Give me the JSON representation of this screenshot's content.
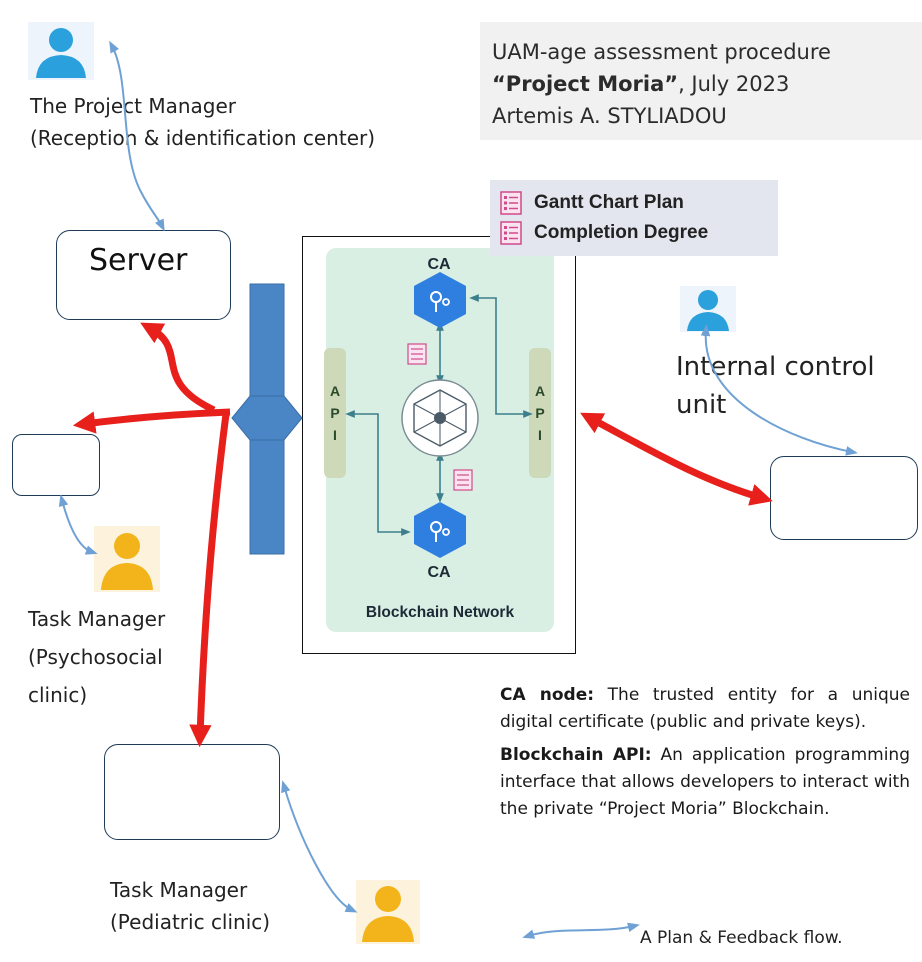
{
  "title": {
    "line1": "UAM-age assessment procedure",
    "line2_bold": "“Project Moria”",
    "line2_rest": ", July 2023",
    "line3": "Artemis A. STYLIADOU"
  },
  "project_manager": {
    "line1": "The Project Manager",
    "line2": "(Reception & identification center)"
  },
  "server_label": "Server",
  "legend": {
    "item1": "Gantt Chart Plan",
    "item2": "Completion Degree"
  },
  "blockchain": {
    "ca_top": "CA",
    "ca_bottom": "CA",
    "api_left": [
      "A",
      "P",
      "I"
    ],
    "api_right": [
      "A",
      "P",
      "I"
    ],
    "network_label": "Blockchain Network"
  },
  "internal_control": {
    "line1": "Internal control",
    "line2": "unit"
  },
  "task_manager_psy": {
    "line1": "Task Manager",
    "line2": "(Psychosocial",
    "line3": "clinic)"
  },
  "task_manager_ped": {
    "line1": "Task Manager",
    "line2": "(Pediatric clinic)"
  },
  "info": {
    "ca_term": "CA node:",
    "ca_desc": " The trusted entity for a unique digital certificate (public and private keys).",
    "api_term": "Blockchain API:",
    "api_desc": " An application programming interface that allows developers to interact with the private “Project Moria” Blockchain."
  },
  "flow_legend": "A Plan & Feedback flow.",
  "colors": {
    "red_arrow": "#e8201c",
    "blue_flow": "#6fa1d4",
    "person_blue": "#2aa0dc",
    "person_orange": "#f3b31a",
    "bus_blue": "#4a86c5",
    "hexagon": "#2f7fe0"
  }
}
